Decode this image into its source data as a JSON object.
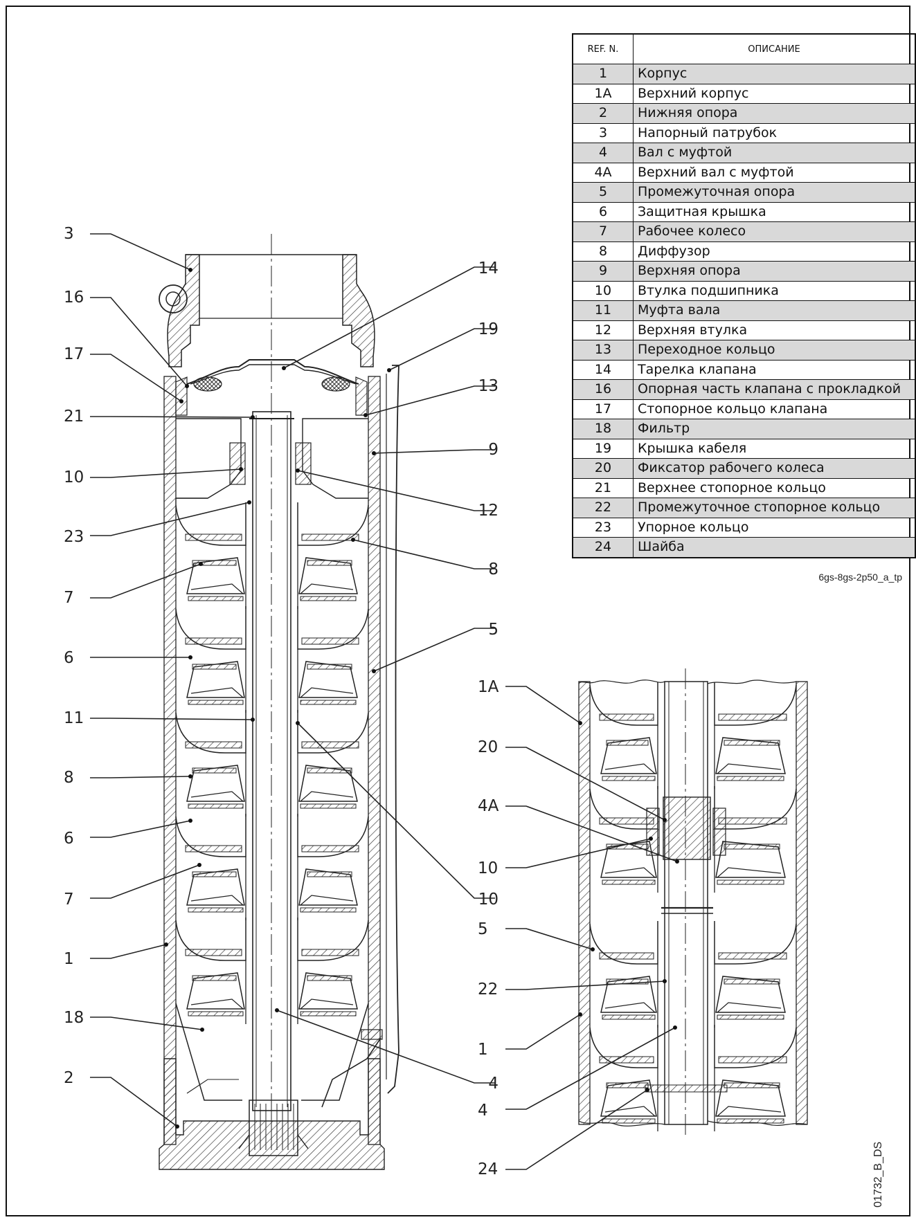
{
  "legend": {
    "header_ref": "REF. N.",
    "header_desc": "ОПИСАНИЕ",
    "rows": [
      {
        "ref": "1",
        "desc": "Корпус"
      },
      {
        "ref": "1A",
        "desc": "Верхний корпус"
      },
      {
        "ref": "2",
        "desc": "Нижняя опора"
      },
      {
        "ref": "3",
        "desc": "Напорный патрубок"
      },
      {
        "ref": "4",
        "desc": "Вал с муфтой"
      },
      {
        "ref": "4A",
        "desc": "Верхний вал с муфтой"
      },
      {
        "ref": "5",
        "desc": "Промежуточная опора"
      },
      {
        "ref": "6",
        "desc": "Защитная крышка"
      },
      {
        "ref": "7",
        "desc": "Рабочее колесо"
      },
      {
        "ref": "8",
        "desc": "Диффузор"
      },
      {
        "ref": "9",
        "desc": "Верхняя опора"
      },
      {
        "ref": "10",
        "desc": "Втулка подшипника"
      },
      {
        "ref": "11",
        "desc": "Муфта вала"
      },
      {
        "ref": "12",
        "desc": "Верхняя втулка"
      },
      {
        "ref": "13",
        "desc": "Переходное кольцо"
      },
      {
        "ref": "14",
        "desc": "Тарелка клапана"
      },
      {
        "ref": "16",
        "desc": "Опорная часть клапана с прокладкой"
      },
      {
        "ref": "17",
        "desc": "Стопорное кольцо клапана"
      },
      {
        "ref": "18",
        "desc": "Фильтр"
      },
      {
        "ref": "19",
        "desc": "Крышка кабеля"
      },
      {
        "ref": "20",
        "desc": "Фиксатор рабочего колеса"
      },
      {
        "ref": "21",
        "desc": "Верхнее стопорное кольцо"
      },
      {
        "ref": "22",
        "desc": "Промежуточное стопорное кольцо"
      },
      {
        "ref": "23",
        "desc": "Упорное кольцо"
      },
      {
        "ref": "24",
        "desc": "Шайба"
      }
    ],
    "ref_code": "6gs-8gs-2p50_a_tp"
  },
  "callouts_main_left": [
    "3",
    "16",
    "17",
    "21",
    "10",
    "23",
    "7",
    "6",
    "11",
    "8",
    "6",
    "7",
    "1",
    "18",
    "2"
  ],
  "callouts_main_right": [
    "14",
    "19",
    "13",
    "9",
    "12",
    "8",
    "5",
    "10",
    "4"
  ],
  "callouts_detail": [
    "1A",
    "20",
    "4A",
    "10",
    "5",
    "22",
    "1",
    "4",
    "24"
  ],
  "doc_code": "01732_B_DS",
  "colors": {
    "line": "#222222",
    "shade": "#d9d9d9",
    "background": "#ffffff"
  }
}
